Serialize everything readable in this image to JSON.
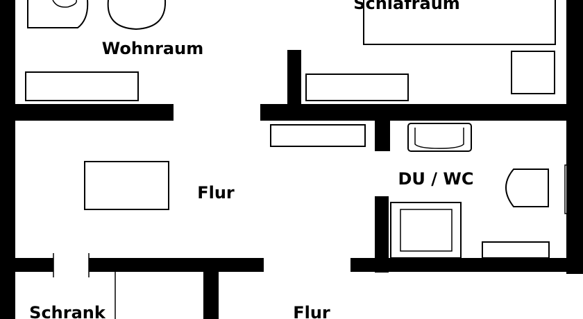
{
  "rooms": {
    "wohnraum": "Wohnraum",
    "schlafraum": "Schlafraum",
    "flur_main": "Flur",
    "du_wc": "DU / WC",
    "schrank": "Schrank",
    "flur_lower": "Flur"
  },
  "colors": {
    "wall": "#000000",
    "background": "#ffffff"
  }
}
